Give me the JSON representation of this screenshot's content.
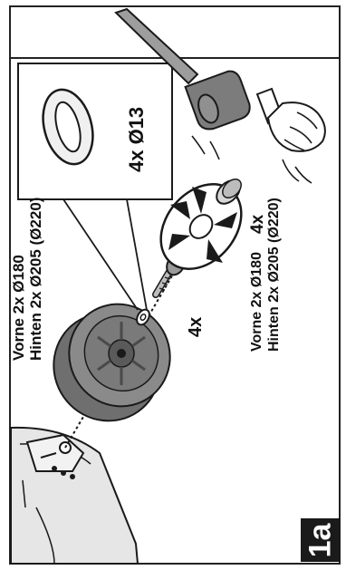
{
  "step": {
    "label": "1a"
  },
  "labels": {
    "wheel_sizes_top": {
      "line1": "Vorne 2x Ø180",
      "line2": "Hinten 2x Ø205 (Ø220)"
    },
    "washer_callout": "4x Ø13",
    "bolt_count": "4x",
    "cap_count": "4x",
    "hubcap_sizes": {
      "line1": "Vorne 2x Ø180",
      "line2": "Hinten 2x Ø205 (Ø220)"
    }
  },
  "colors": {
    "line": "#1a1a1a",
    "wheel_gray": "#7a7a7a",
    "light_gray": "#c8c8c8"
  },
  "icons": [
    "hammer-icon",
    "hand-icon",
    "wheel-icon",
    "washer-icon",
    "bolt-icon",
    "hubcap-icon",
    "cap-icon",
    "mower-icon"
  ]
}
